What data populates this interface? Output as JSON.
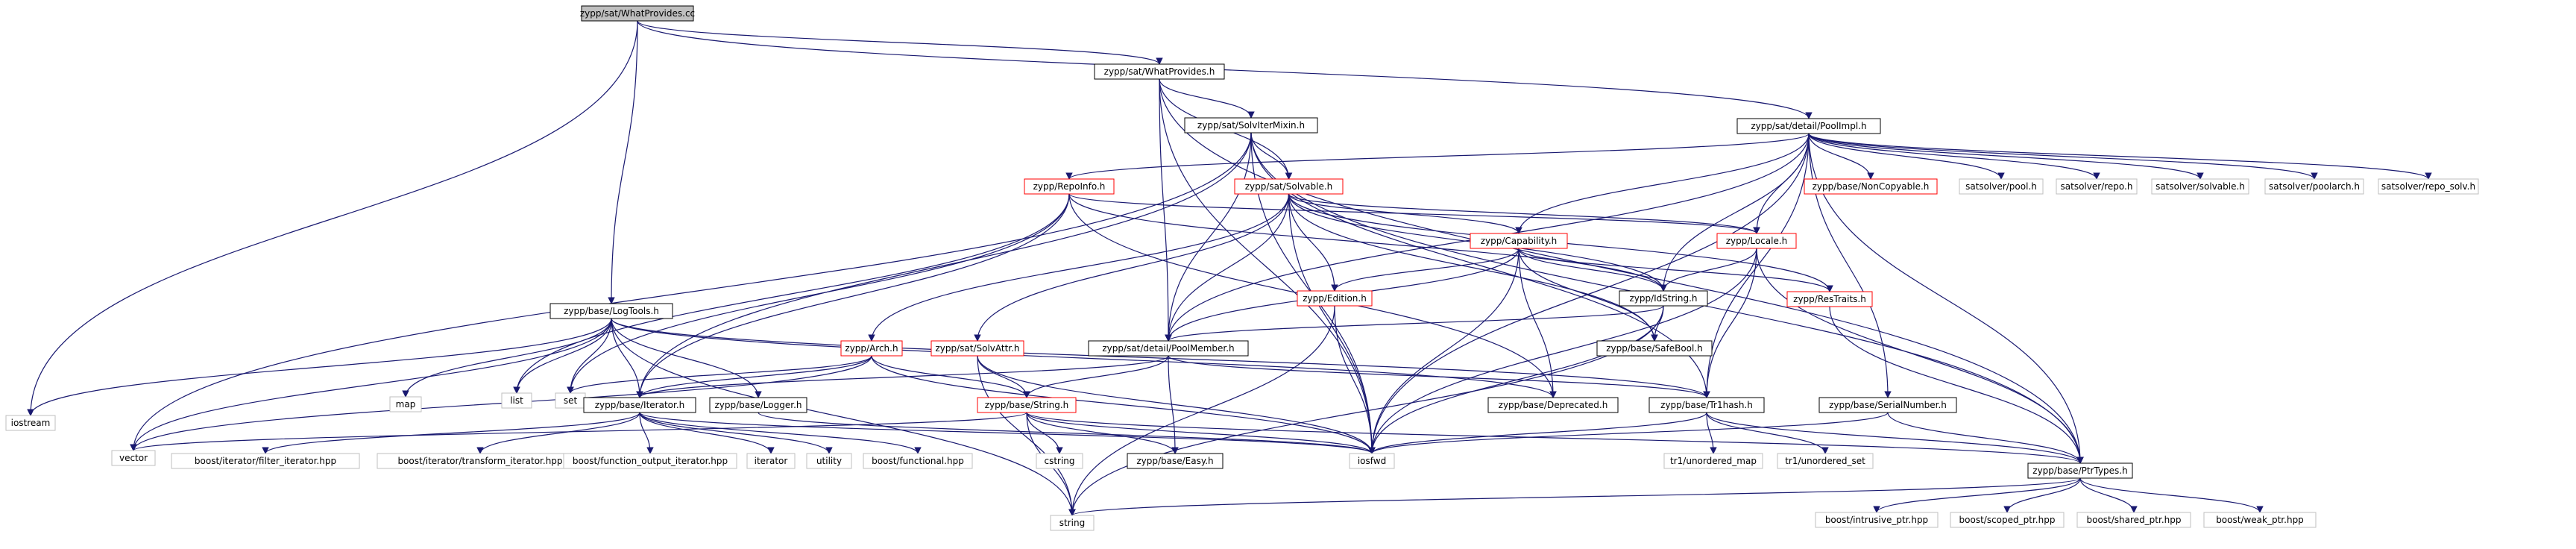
{
  "graph": {
    "root": "zypp/sat/WhatProvides.cc",
    "nodes": [
      {
        "id": "root",
        "label": "zypp/sat/WhatProvides.cc",
        "style": "root"
      },
      {
        "id": "whatprovides_h",
        "label": "zypp/sat/WhatProvides.h",
        "style": "black"
      },
      {
        "id": "iostream",
        "label": "iostream",
        "style": "gray"
      },
      {
        "id": "logtools",
        "label": "zypp/base/LogTools.h",
        "style": "black"
      },
      {
        "id": "poolimpl",
        "label": "zypp/sat/detail/PoolImpl.h",
        "style": "black"
      },
      {
        "id": "ptrtypes",
        "label": "zypp/base/PtrTypes.h",
        "style": "black"
      },
      {
        "id": "solvitermixin",
        "label": "zypp/sat/SolvIterMixin.h",
        "style": "black"
      },
      {
        "id": "solvable",
        "label": "zypp/sat/Solvable.h",
        "style": "red"
      },
      {
        "id": "iosfwd",
        "label": "iosfwd",
        "style": "gray"
      },
      {
        "id": "poolmember",
        "label": "zypp/sat/detail/PoolMember.h",
        "style": "black"
      },
      {
        "id": "vector",
        "label": "vector",
        "style": "gray"
      },
      {
        "id": "repoinfo",
        "label": "zypp/RepoInfo.h",
        "style": "red"
      },
      {
        "id": "noncopyable",
        "label": "zypp/base/NonCopyable.h",
        "style": "red"
      },
      {
        "id": "sat_pool",
        "label": "satsolver/pool.h",
        "style": "gray"
      },
      {
        "id": "sat_repo",
        "label": "satsolver/repo.h",
        "style": "gray"
      },
      {
        "id": "sat_solvable",
        "label": "satsolver/solvable.h",
        "style": "gray"
      },
      {
        "id": "sat_poolarch",
        "label": "satsolver/poolarch.h",
        "style": "gray"
      },
      {
        "id": "sat_reposolv",
        "label": "satsolver/repo_solv.h",
        "style": "gray"
      },
      {
        "id": "capability",
        "label": "zypp/Capability.h",
        "style": "red"
      },
      {
        "id": "locale",
        "label": "zypp/Locale.h",
        "style": "red"
      },
      {
        "id": "edition",
        "label": "zypp/Edition.h",
        "style": "red"
      },
      {
        "id": "idstring",
        "label": "zypp/IdString.h",
        "style": "black"
      },
      {
        "id": "restraits",
        "label": "zypp/ResTraits.h",
        "style": "red"
      },
      {
        "id": "safebool",
        "label": "zypp/base/SafeBool.h",
        "style": "black"
      },
      {
        "id": "arch",
        "label": "zypp/Arch.h",
        "style": "red"
      },
      {
        "id": "solvattr",
        "label": "zypp/sat/SolvAttr.h",
        "style": "red"
      },
      {
        "id": "map",
        "label": "map",
        "style": "gray"
      },
      {
        "id": "list",
        "label": "list",
        "style": "gray"
      },
      {
        "id": "set",
        "label": "set",
        "style": "gray"
      },
      {
        "id": "deprecated",
        "label": "zypp/base/Deprecated.h",
        "style": "black"
      },
      {
        "id": "tr1hash",
        "label": "zypp/base/Tr1hash.h",
        "style": "black"
      },
      {
        "id": "serialnumber",
        "label": "zypp/base/SerialNumber.h",
        "style": "black"
      },
      {
        "id": "iterator_h",
        "label": "zypp/base/Iterator.h",
        "style": "black"
      },
      {
        "id": "logger",
        "label": "zypp/base/Logger.h",
        "style": "black"
      },
      {
        "id": "string_h",
        "label": "zypp/base/String.h",
        "style": "red"
      },
      {
        "id": "easy",
        "label": "zypp/base/Easy.h",
        "style": "black"
      },
      {
        "id": "filter_it",
        "label": "boost/iterator/filter_iterator.hpp",
        "style": "gray"
      },
      {
        "id": "transform_it",
        "label": "boost/iterator/transform_iterator.hpp",
        "style": "gray"
      },
      {
        "id": "func_out_it",
        "label": "boost/function_output_iterator.hpp",
        "style": "gray"
      },
      {
        "id": "iterator",
        "label": "iterator",
        "style": "gray"
      },
      {
        "id": "utility",
        "label": "utility",
        "style": "gray"
      },
      {
        "id": "boost_functional",
        "label": "boost/functional.hpp",
        "style": "gray"
      },
      {
        "id": "cstring",
        "label": "cstring",
        "style": "gray"
      },
      {
        "id": "tr1_umap",
        "label": "tr1/unordered_map",
        "style": "gray"
      },
      {
        "id": "tr1_uset",
        "label": "tr1/unordered_set",
        "style": "gray"
      },
      {
        "id": "string",
        "label": "string",
        "style": "gray"
      },
      {
        "id": "intrusive_ptr",
        "label": "boost/intrusive_ptr.hpp",
        "style": "gray"
      },
      {
        "id": "scoped_ptr",
        "label": "boost/scoped_ptr.hpp",
        "style": "gray"
      },
      {
        "id": "shared_ptr",
        "label": "boost/shared_ptr.hpp",
        "style": "gray"
      },
      {
        "id": "weak_ptr",
        "label": "boost/weak_ptr.hpp",
        "style": "gray"
      }
    ],
    "edges": [
      [
        "root",
        "whatprovides_h"
      ],
      [
        "root",
        "iostream"
      ],
      [
        "root",
        "logtools"
      ],
      [
        "root",
        "poolimpl"
      ],
      [
        "whatprovides_h",
        "solvitermixin"
      ],
      [
        "whatprovides_h",
        "solvable"
      ],
      [
        "whatprovides_h",
        "poolmember"
      ],
      [
        "whatprovides_h",
        "iosfwd"
      ],
      [
        "whatprovides_h",
        "ptrtypes"
      ],
      [
        "poolimpl",
        "repoinfo"
      ],
      [
        "poolimpl",
        "noncopyable"
      ],
      [
        "poolimpl",
        "sat_pool"
      ],
      [
        "poolimpl",
        "sat_repo"
      ],
      [
        "poolimpl",
        "sat_solvable"
      ],
      [
        "poolimpl",
        "sat_poolarch"
      ],
      [
        "poolimpl",
        "sat_reposolv"
      ],
      [
        "poolimpl",
        "capability"
      ],
      [
        "poolimpl",
        "locale"
      ],
      [
        "poolimpl",
        "idstring"
      ],
      [
        "poolimpl",
        "poolmember"
      ],
      [
        "poolimpl",
        "serialnumber"
      ],
      [
        "poolimpl",
        "tr1hash"
      ],
      [
        "poolimpl",
        "iosfwd"
      ],
      [
        "poolimpl",
        "ptrtypes"
      ],
      [
        "solvitermixin",
        "solvable"
      ],
      [
        "solvitermixin",
        "poolmember"
      ],
      [
        "solvitermixin",
        "iterator_h"
      ],
      [
        "solvitermixin",
        "tr1hash"
      ],
      [
        "solvitermixin",
        "vector"
      ],
      [
        "solvitermixin",
        "iosfwd"
      ],
      [
        "solvitermixin",
        "ptrtypes"
      ],
      [
        "solvable",
        "capability"
      ],
      [
        "solvable",
        "edition"
      ],
      [
        "solvable",
        "arch"
      ],
      [
        "solvable",
        "solvattr"
      ],
      [
        "solvable",
        "idstring"
      ],
      [
        "solvable",
        "restraits"
      ],
      [
        "solvable",
        "locale"
      ],
      [
        "solvable",
        "safebool"
      ],
      [
        "solvable",
        "poolmember"
      ],
      [
        "solvable",
        "iosfwd"
      ],
      [
        "repoinfo",
        "iterator_h"
      ],
      [
        "repoinfo",
        "list"
      ],
      [
        "repoinfo",
        "set"
      ],
      [
        "repoinfo",
        "locale"
      ],
      [
        "repoinfo",
        "deprecated"
      ],
      [
        "repoinfo",
        "idstring"
      ],
      [
        "capability",
        "idstring"
      ],
      [
        "capability",
        "edition"
      ],
      [
        "capability",
        "restraits"
      ],
      [
        "capability",
        "safebool"
      ],
      [
        "capability",
        "poolmember"
      ],
      [
        "capability",
        "deprecated"
      ],
      [
        "capability",
        "iosfwd"
      ],
      [
        "locale",
        "idstring"
      ],
      [
        "locale",
        "tr1hash"
      ],
      [
        "locale",
        "ptrtypes"
      ],
      [
        "locale",
        "iosfwd"
      ],
      [
        "edition",
        "iosfwd"
      ],
      [
        "edition",
        "string"
      ],
      [
        "idstring",
        "safebool"
      ],
      [
        "idstring",
        "poolmember"
      ],
      [
        "idstring",
        "iosfwd"
      ],
      [
        "idstring",
        "string"
      ],
      [
        "restraits",
        "ptrtypes"
      ],
      [
        "arch",
        "iterator_h"
      ],
      [
        "arch",
        "set"
      ],
      [
        "arch",
        "string_h"
      ],
      [
        "arch",
        "vector"
      ],
      [
        "arch",
        "iosfwd"
      ],
      [
        "solvattr",
        "string_h"
      ],
      [
        "solvattr",
        "iosfwd"
      ],
      [
        "solvattr",
        "string"
      ],
      [
        "poolmember",
        "string_h"
      ],
      [
        "poolmember",
        "easy"
      ],
      [
        "poolmember",
        "tr1hash"
      ],
      [
        "poolmember",
        "iterator_h"
      ],
      [
        "logtools",
        "iostream"
      ],
      [
        "logtools",
        "map"
      ],
      [
        "logtools",
        "list"
      ],
      [
        "logtools",
        "set"
      ],
      [
        "logtools",
        "vector"
      ],
      [
        "logtools",
        "iterator_h"
      ],
      [
        "logtools",
        "logger"
      ],
      [
        "logtools",
        "deprecated"
      ],
      [
        "logtools",
        "tr1hash"
      ],
      [
        "logtools",
        "string"
      ],
      [
        "iterator_h",
        "filter_it"
      ],
      [
        "iterator_h",
        "transform_it"
      ],
      [
        "iterator_h",
        "func_out_it"
      ],
      [
        "iterator_h",
        "iterator"
      ],
      [
        "iterator_h",
        "utility"
      ],
      [
        "iterator_h",
        "boost_functional"
      ],
      [
        "iterator_h",
        "iosfwd"
      ],
      [
        "logger",
        "iosfwd"
      ],
      [
        "string_h",
        "iosfwd"
      ],
      [
        "string_h",
        "vector"
      ],
      [
        "string_h",
        "cstring"
      ],
      [
        "string_h",
        "string"
      ],
      [
        "string_h",
        "easy"
      ],
      [
        "string_h",
        "ptrtypes"
      ],
      [
        "tr1hash",
        "iosfwd"
      ],
      [
        "tr1hash",
        "tr1_umap"
      ],
      [
        "tr1hash",
        "tr1_uset"
      ],
      [
        "tr1hash",
        "ptrtypes"
      ],
      [
        "serialnumber",
        "iosfwd"
      ],
      [
        "serialnumber",
        "ptrtypes"
      ],
      [
        "ptrtypes",
        "string"
      ],
      [
        "ptrtypes",
        "intrusive_ptr"
      ],
      [
        "ptrtypes",
        "scoped_ptr"
      ],
      [
        "ptrtypes",
        "shared_ptr"
      ],
      [
        "ptrtypes",
        "weak_ptr"
      ]
    ]
  }
}
